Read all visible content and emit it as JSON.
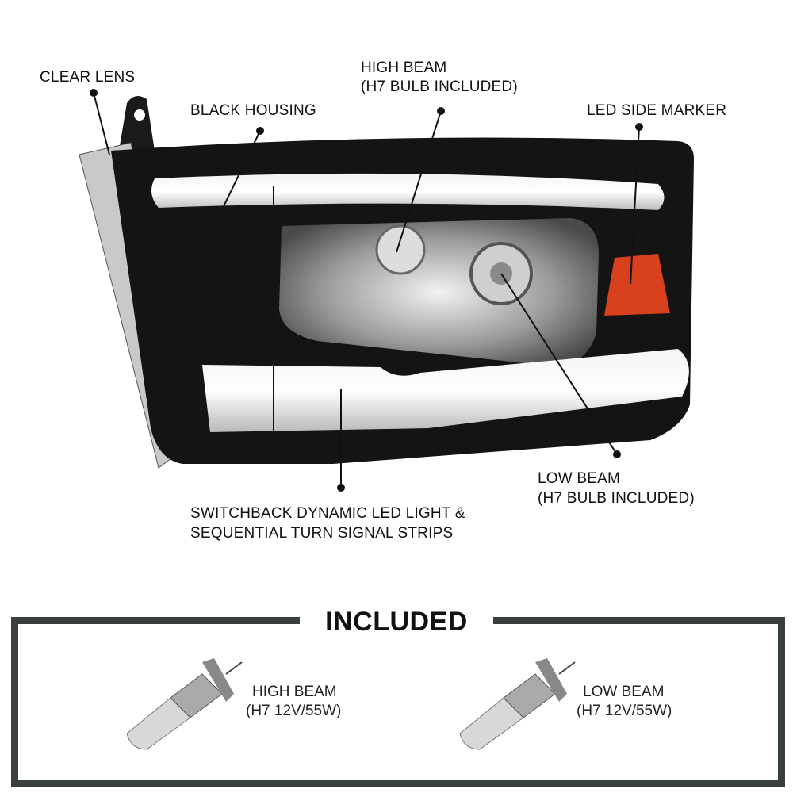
{
  "callouts": {
    "clear_lens": "CLEAR LENS",
    "black_housing": "BLACK HOUSING",
    "high_beam": [
      "HIGH BEAM",
      "(H7 BULB INCLUDED)"
    ],
    "led_side_marker": "LED SIDE MARKER",
    "low_beam": [
      "LOW BEAM",
      "(H7 BULB INCLUDED)"
    ],
    "switchback": [
      "SWITCHBACK DYNAMIC LED LIGHT &",
      "SEQUENTIAL TURN SIGNAL STRIPS"
    ]
  },
  "included": {
    "title": "INCLUDED",
    "bulbs": [
      {
        "name": "HIGH BEAM",
        "spec": "(H7 12V/55W)"
      },
      {
        "name": "LOW BEAM",
        "spec": "(H7 12V/55W)"
      }
    ]
  },
  "colors": {
    "housing": "#111111",
    "marker": "#d8401e",
    "frame": "#3a3f40"
  }
}
